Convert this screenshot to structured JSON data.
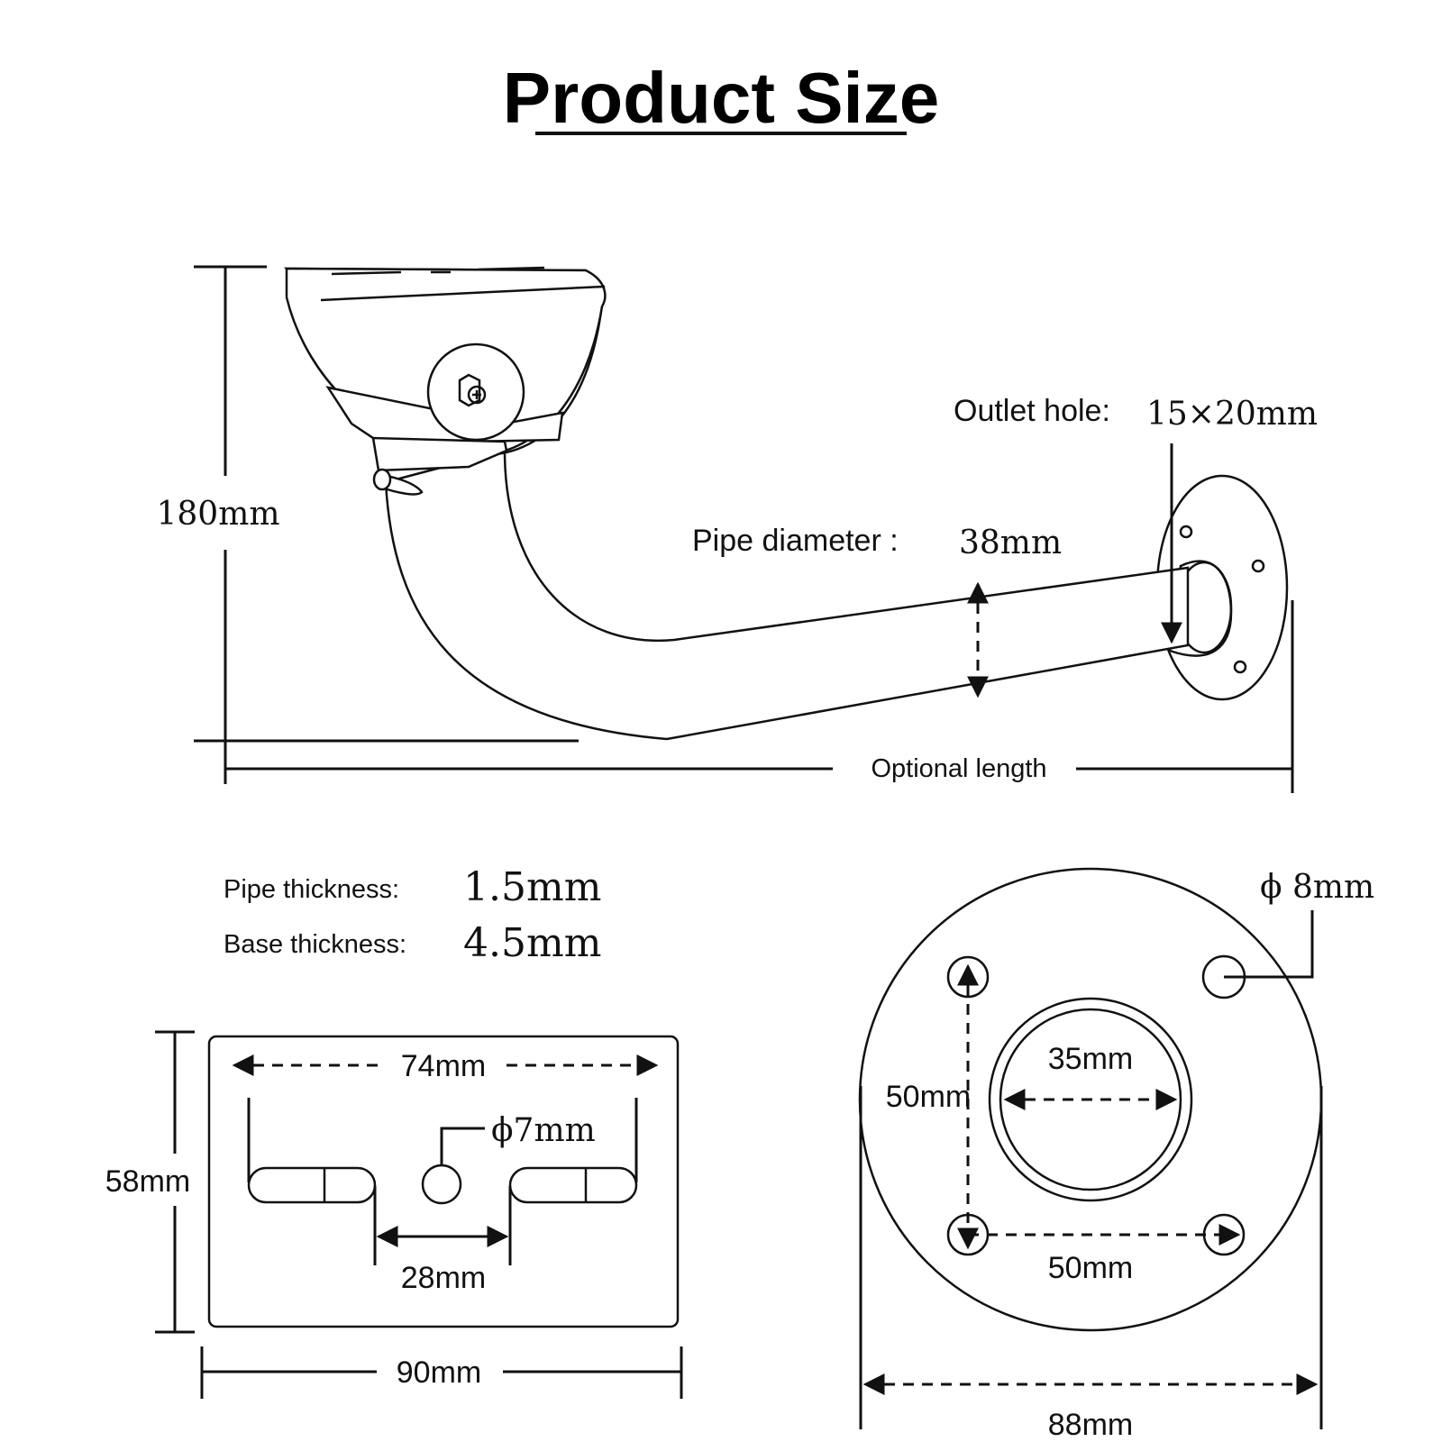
{
  "title": "Product Size",
  "side_view": {
    "height_label": "180mm",
    "outlet_hole_label": "Outlet hole:",
    "outlet_hole_value": "15×20mm",
    "pipe_diameter_label": "Pipe diameter :",
    "pipe_diameter_value": "38mm",
    "optional_length_label": "Optional length"
  },
  "specs": {
    "pipe_thickness_label": "Pipe thickness:",
    "pipe_thickness_value": "1.5mm",
    "base_thickness_label": "Base thickness:",
    "base_thickness_value": "4.5mm"
  },
  "mount_plate": {
    "slot_span_label": "74mm",
    "hole_label": "ϕ7mm",
    "height_label": "58mm",
    "slot_gap_label": "28mm",
    "width_label": "90mm"
  },
  "base_flange": {
    "hole_label": "ϕ 8mm",
    "inner_label": "35mm",
    "vertical_spacing_label": "50mm",
    "horizontal_spacing_label": "50mm",
    "diameter_label": "88mm"
  }
}
